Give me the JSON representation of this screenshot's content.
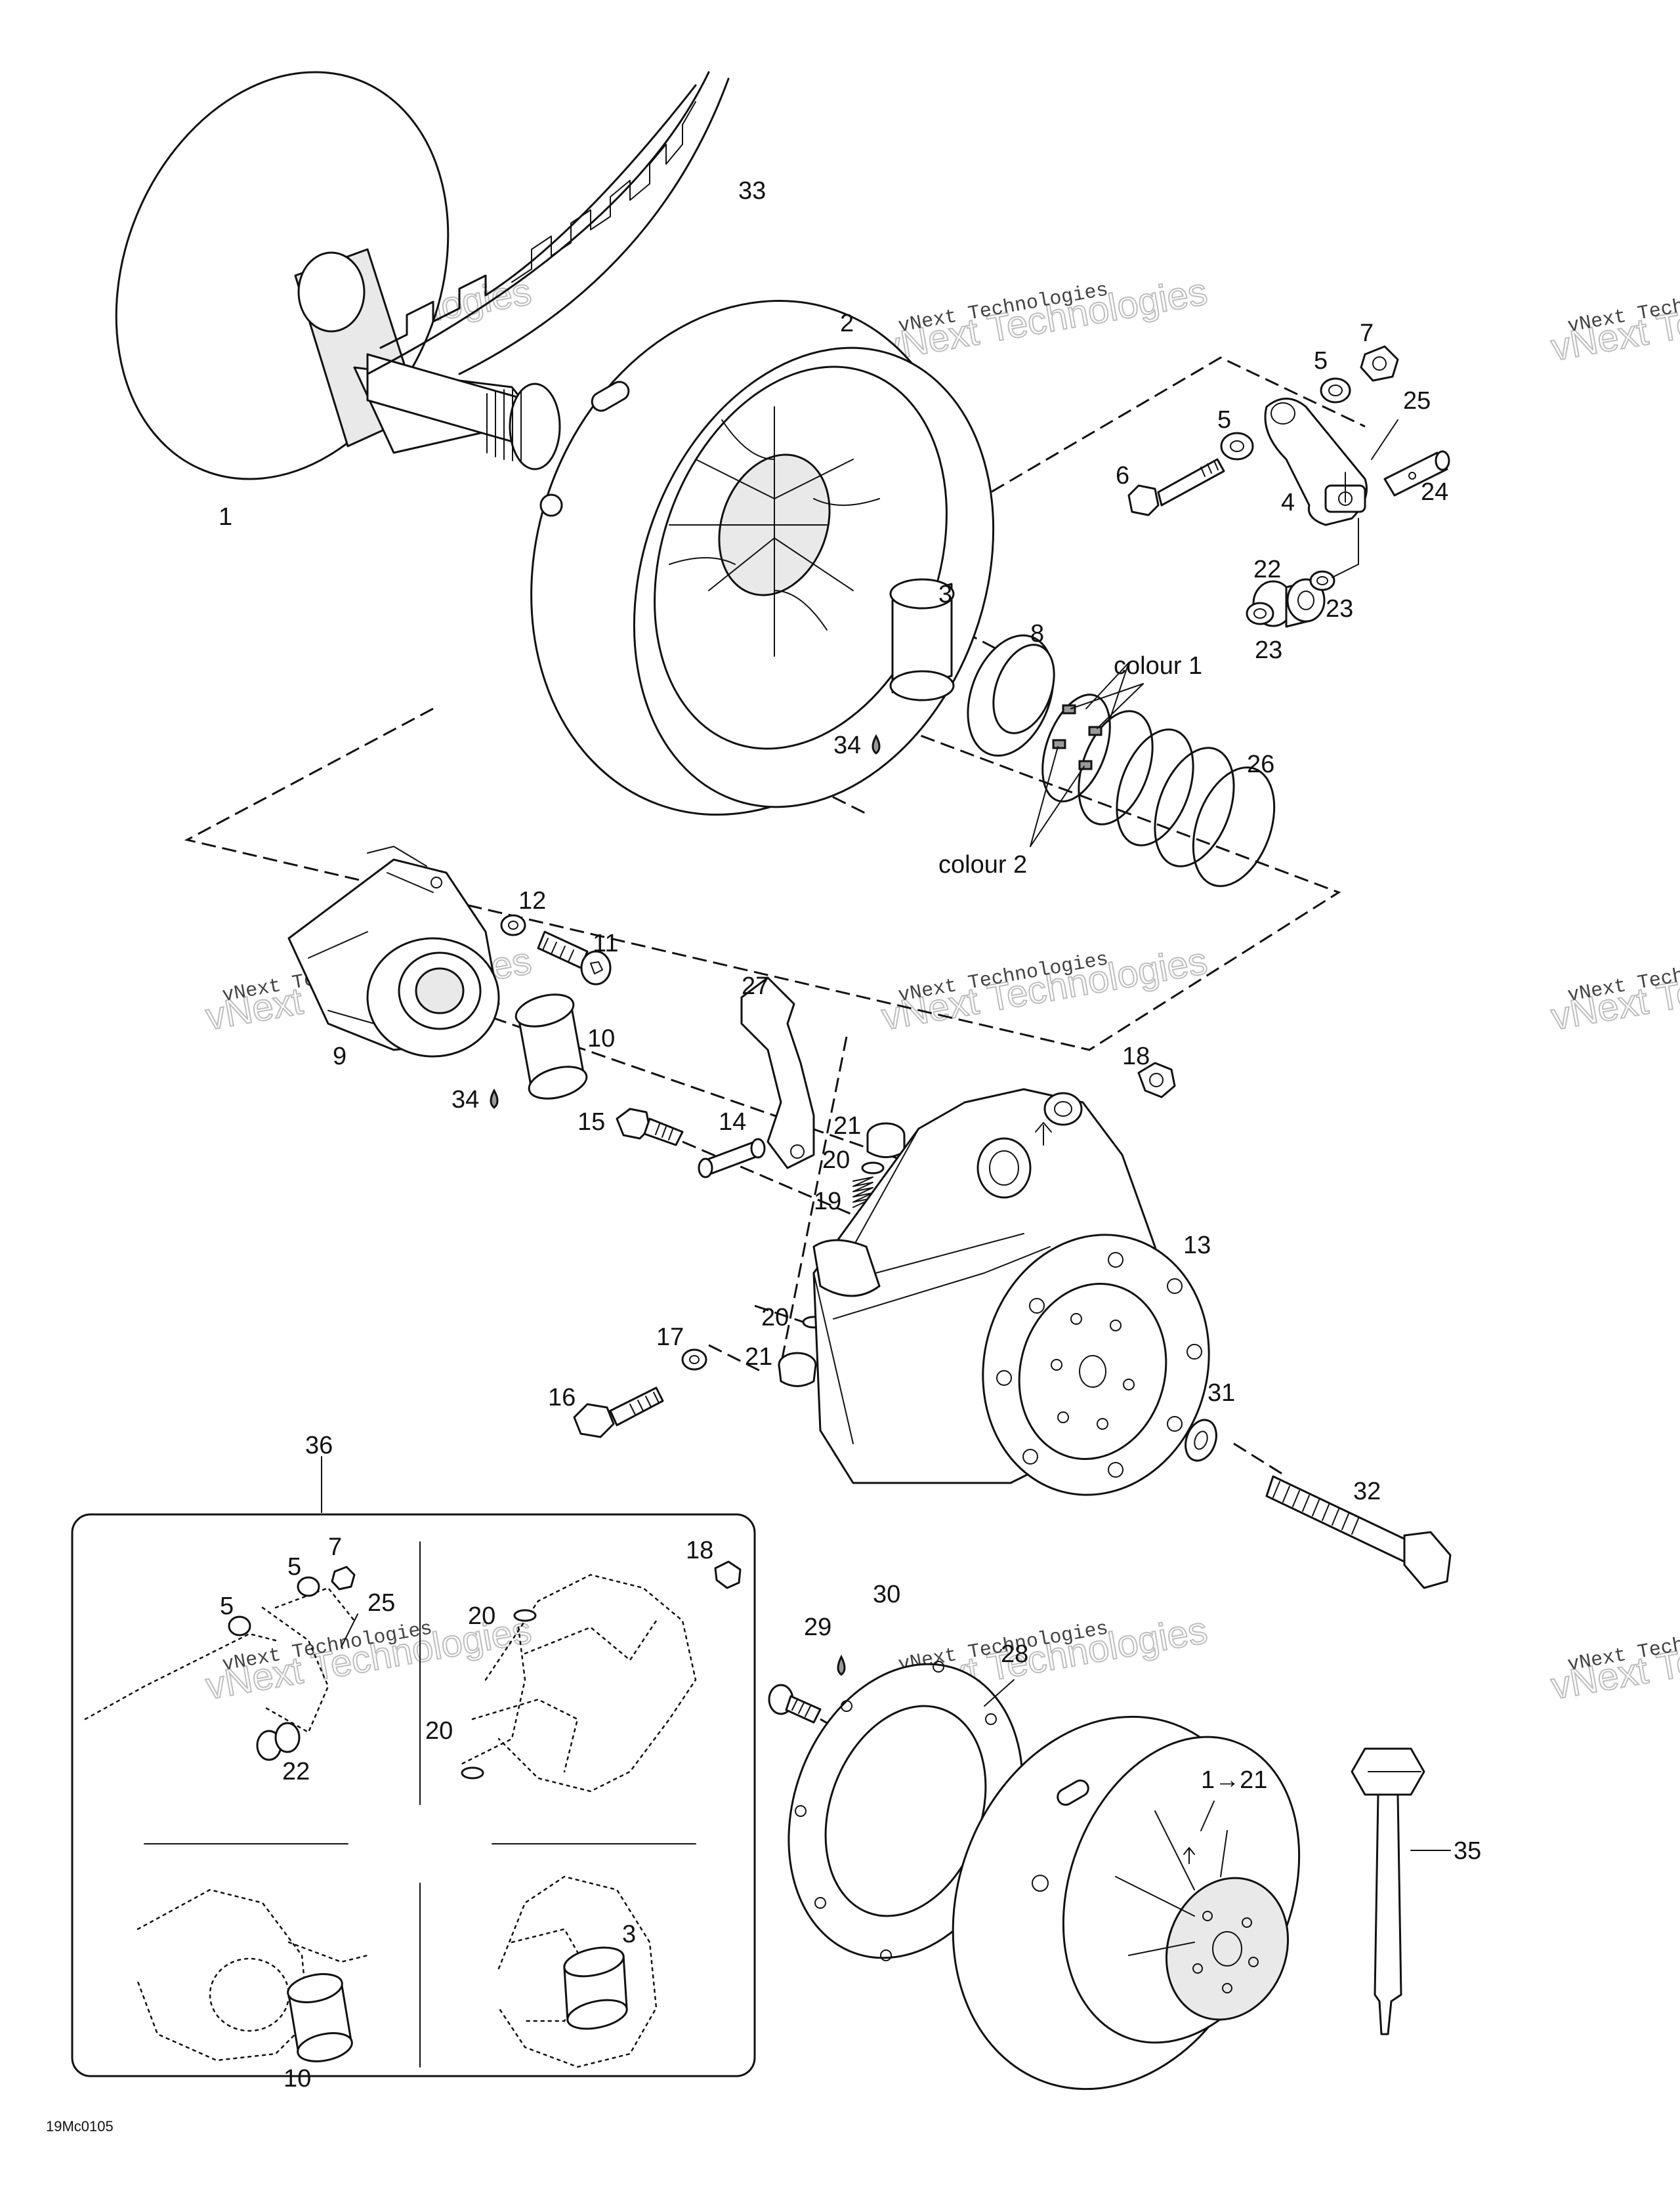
{
  "diagram_code": "19Mc0105",
  "watermark": {
    "line1": "vNext Technologies",
    "line2": "vNext Technologies"
  },
  "callouts": {
    "c1": "1",
    "c2": "2",
    "c3": "3",
    "c4": "4",
    "c5a": "5",
    "c5b": "5",
    "c6": "6",
    "c7": "7",
    "c8": "8",
    "c9": "9",
    "c10": "10",
    "c11": "11",
    "c12": "12",
    "c13": "13",
    "c14": "14",
    "c15": "15",
    "c16": "16",
    "c17": "17",
    "c18": "18",
    "c19": "19",
    "c20a": "20",
    "c20b": "20",
    "c21a": "21",
    "c21b": "21",
    "c22": "22",
    "c23a": "23",
    "c23b": "23",
    "c24": "24",
    "c25": "25",
    "c26": "26",
    "c27": "27",
    "c28": "28",
    "c29": "29",
    "c30": "30",
    "c31": "31",
    "c32": "32",
    "c33": "33",
    "c34a": "34",
    "c34b": "34",
    "c35": "35",
    "c36": "36",
    "c_assembly": "1→21",
    "colour1": "colour 1",
    "colour2": "colour 2"
  },
  "inset_callouts": {
    "i5a": "5",
    "i5b": "5",
    "i7": "7",
    "i25": "25",
    "i22": "22",
    "i18": "18",
    "i20a": "20",
    "i20b": "20",
    "i3": "3",
    "i10": "10"
  },
  "icons": {
    "lubricant": "oil-drop-icon",
    "direction": "arrow-up-icon"
  }
}
